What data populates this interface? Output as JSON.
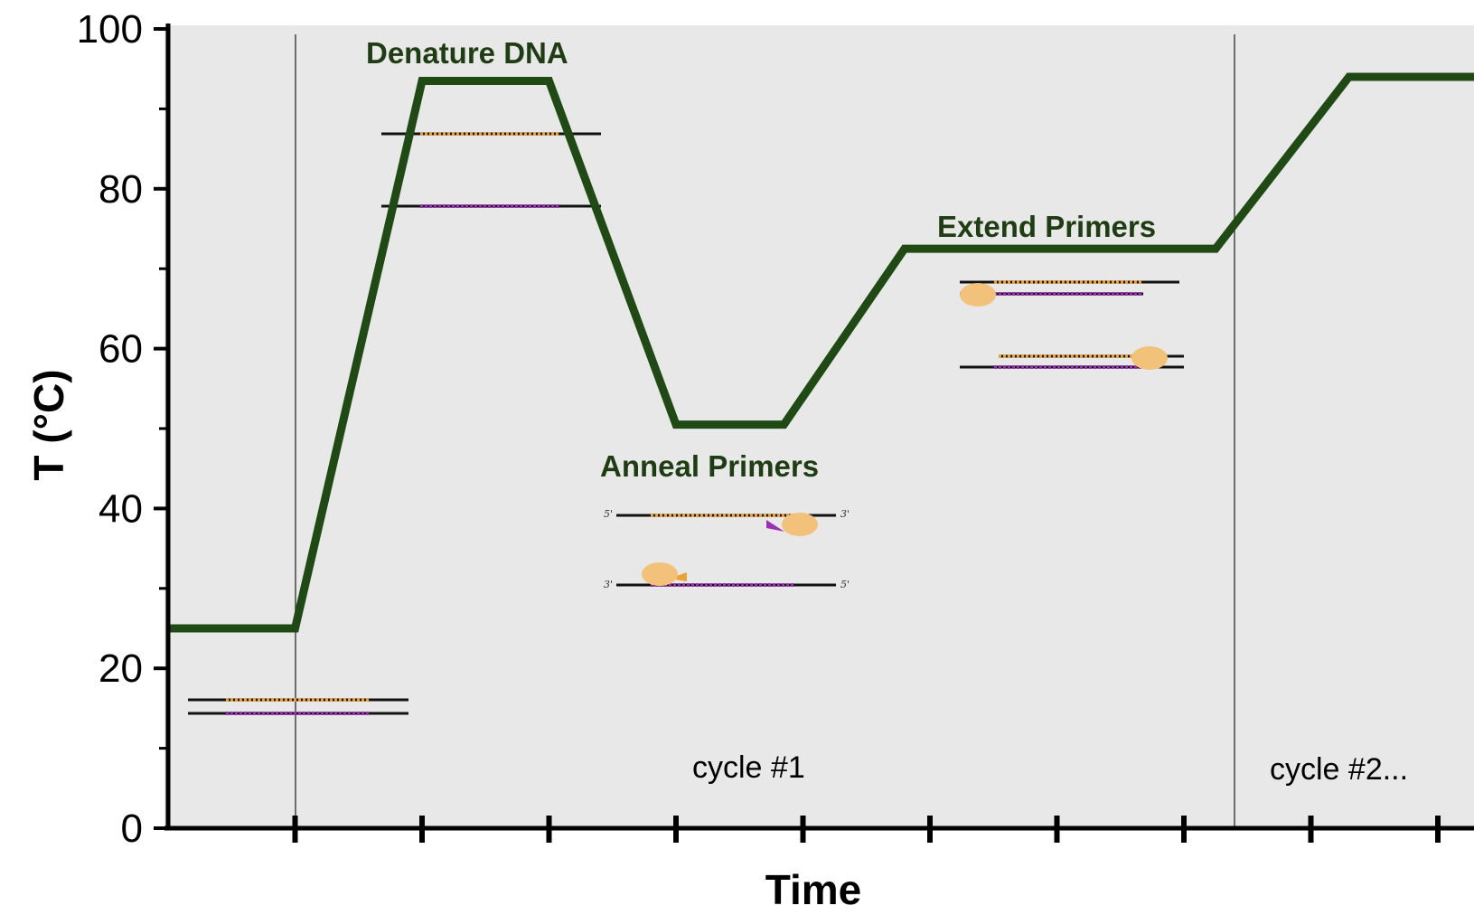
{
  "chart_data": {
    "type": "line",
    "xlabel": "Time",
    "ylabel": "T (°C)",
    "ylim": [
      0,
      100
    ],
    "y_ticks": [
      "0",
      "20",
      "40",
      "60",
      "80",
      "100"
    ],
    "grid": false,
    "series": [
      {
        "color": "#1f4a14",
        "points": [
          [
            0,
            25
          ],
          [
            1,
            25
          ],
          [
            2,
            93.5
          ],
          [
            3,
            93.5
          ],
          [
            4,
            50.5
          ],
          [
            4.85,
            50.5
          ],
          [
            5.8,
            72.5
          ],
          [
            8.25,
            72.5
          ],
          [
            9.3,
            94
          ],
          [
            10.3,
            94
          ]
        ]
      }
    ],
    "dividers": [
      1,
      8.3
    ],
    "annotations": {
      "denature": "Denature DNA",
      "anneal": "Anneal Primers",
      "extend": "Extend Primers",
      "cycle1": "cycle #1",
      "cycle2": "cycle #2..."
    },
    "strand_end_labels": {
      "five_prime": "5'",
      "three_prime": "3'"
    }
  },
  "colors": {
    "line": "#1f4a14",
    "plot_background": "#e8e8e8",
    "strand_black": "#111111",
    "strand_orange": "#e8a23a",
    "strand_purple": "#9b2fb5",
    "polymerase": "#f2c27a"
  }
}
